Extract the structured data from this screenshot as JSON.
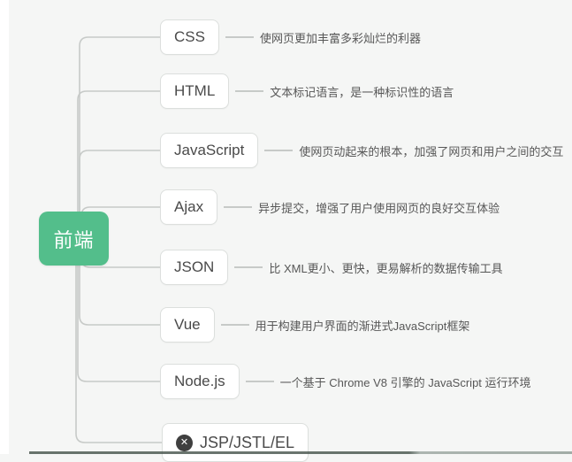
{
  "root": {
    "label": "前端"
  },
  "branches": [
    {
      "label": "CSS",
      "desc": "使网页更加丰富多彩灿烂的利器"
    },
    {
      "label": "HTML",
      "desc": "文本标记语言，是一种标识性的语言"
    },
    {
      "label": "JavaScript",
      "desc": "使网页动起来的根本，加强了网页和用户之间的交互"
    },
    {
      "label": "Ajax",
      "desc": "异步提交，增强了用户使用网页的良好交互体验"
    },
    {
      "label": "JSON",
      "desc": "比 XML更小、更快，更易解析的数据传输工具"
    },
    {
      "label": "Vue",
      "desc": "用于构建用户界面的渐进式JavaScript框架"
    },
    {
      "label": "Node.js",
      "desc": "一个基于 Chrome V8 引擎的 JavaScript 运行环境"
    },
    {
      "label": "JSP/JSTL/EL",
      "desc": "",
      "icon": "x-circle-icon",
      "icon_glyph": "✕"
    }
  ],
  "colors": {
    "background": "#f5f6f5",
    "root_bg": "#53be8b",
    "root_text": "#ffffff",
    "connector_line": "#c7cac8",
    "node_border": "#dcdfdd",
    "node_bg": "#ffffff",
    "node_text": "#4a4a4a",
    "desc_text": "#575757",
    "collapse_icon_bg": "#3f3f3f"
  }
}
